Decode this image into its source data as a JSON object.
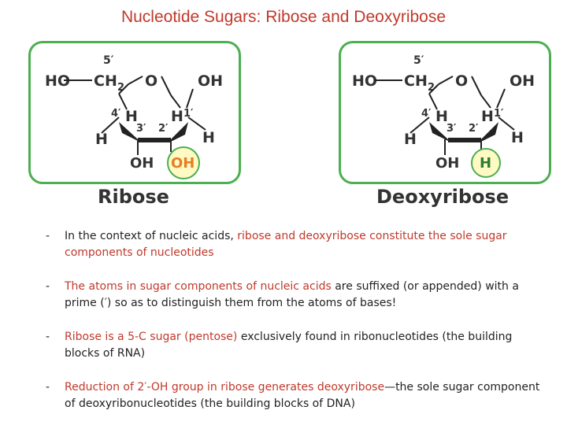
{
  "title": "Nucleotide Sugars: Ribose and Deoxyribose",
  "ribose": {
    "name": "Ribose",
    "labels": {
      "ho": "HO",
      "ch2": "CH",
      "sub2": "2",
      "o": "O",
      "oh_top": "OH",
      "c5": "5′",
      "h4": "H",
      "c4": "4′",
      "h1": "H",
      "c1": "1′",
      "h_left": "H",
      "h_right": "H",
      "c3": "3′",
      "c2": "2′",
      "oh3": "OH",
      "sub2_group": "OH"
    }
  },
  "deoxyribose": {
    "name": "Deoxyribose",
    "labels": {
      "ho": "HO",
      "ch2": "CH",
      "sub2": "2",
      "o": "O",
      "oh_top": "OH",
      "c5": "5′",
      "h4": "H",
      "c4": "4′",
      "h1": "H",
      "c1": "1′",
      "h_left": "H",
      "h_right": "H",
      "c3": "3′",
      "c2": "2′",
      "oh3": "OH",
      "sub2_group": "H"
    }
  },
  "bullets": [
    {
      "dash": "-",
      "plain1": "In the context of nucleic acids, ",
      "red": "ribose and deoxyribose constitute the sole sugar components of nucleotides",
      "plain2": ""
    },
    {
      "dash": "-",
      "plain1": "The atoms in sugar components of nucleic acids",
      "red": "",
      "plain2": " are suffixed (or appended) with a prime (′) so as to distinguish them from the atoms of bases!"
    },
    {
      "dash": "-",
      "plain1": "",
      "red": "Ribose is a 5-C sugar (pentose)",
      "plain2": " exclusively found in ribonucleotides (the building blocks of RNA)"
    },
    {
      "dash": "-",
      "plain1": "",
      "red": "Reduction of 2′-OH group in ribose generates deoxyribose",
      "plain2": "—the sole sugar component of deoxyribonucleotides (the building blocks of DNA)"
    }
  ],
  "colors": {
    "title": "#c0392b",
    "border": "#4caf50",
    "highlight_fill": "#fff9c4",
    "highlight_stroke": "#4caf50",
    "sub_red": "#e67e22",
    "sub_green": "#2e7d32"
  }
}
